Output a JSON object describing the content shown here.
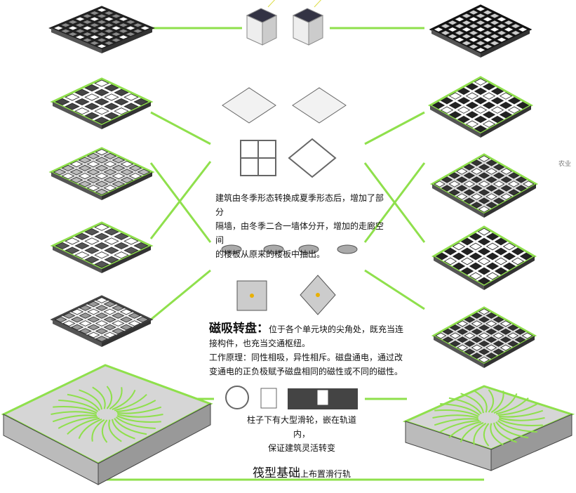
{
  "colors": {
    "accent_green": "#8fe04c",
    "dark": "#1a1a1a",
    "grey": "#cfcfcf"
  },
  "text": {
    "transform_desc": [
      "建筑由冬季形态转换成夏季形态后，增加了部分",
      "隔墙，由冬季二合一墙体分开，增加的走廊空间",
      "的楼板从原来的楼板中抽出。"
    ],
    "magnet_title": "磁吸转盘：",
    "magnet_desc_1": "位于各个单元块的尖角处，既充当连",
    "magnet_desc_2": "接构件，也充当交通枢纽。",
    "principle_1": "工作原理：同性相吸，异性相斥。磁盘通电，通过改",
    "principle_2": "变通电的正负极赋予磁盘相同的磁性或不同的磁性。",
    "wheel_1": "柱子下有大型滑轮，嵌在轨道内，",
    "wheel_2": "保证建筑灵活转变",
    "foundation_main": "筏型基础",
    "foundation_sub": "上布置滑行轨",
    "side_label": "农业"
  }
}
